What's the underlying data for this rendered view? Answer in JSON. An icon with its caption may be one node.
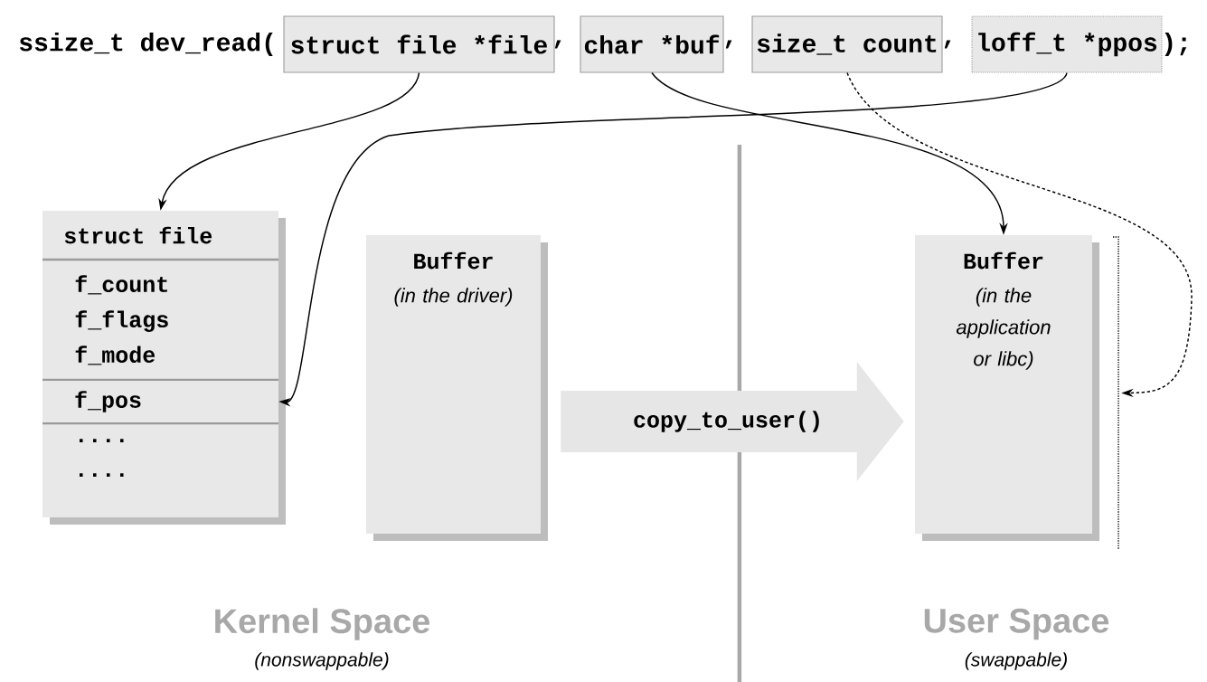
{
  "diagram": {
    "nodes": [
      {
        "text": [
          "struct file *file"
        ]
      },
      {
        "text": [
          "char *buf"
        ]
      },
      {
        "text": [
          "size_t count"
        ]
      },
      {
        "text": [
          "loff_t *ppos"
        ]
      },
      {
        "text": [
          "struct file",
          "f_count f_flags f_mode",
          ".... ...."
        ]
      },
      {
        "text": [
          "f_pos"
        ],
        "in": 4
      },
      {
        "text": [
          "Buffer",
          "(in the driver)"
        ]
      },
      {
        "text": [
          "Buffer",
          "(in the application or libc)"
        ]
      },
      {
        "text": [],
        "shape": "bar"
      }
    ],
    "edges": [
      {
        "from": 0,
        "to": 4,
        "arrow": "to"
      },
      {
        "from": 3,
        "to": 5,
        "arrow": "to"
      },
      {
        "from": 1,
        "to": 7,
        "arrow": "to"
      },
      {
        "from": 2,
        "to": 8,
        "arrow": "to",
        "style": "dashed"
      },
      {
        "from": 6,
        "to": 7,
        "arrow": "to",
        "style": "thick",
        "label": "copy_to_user()"
      }
    ],
    "labels": [
      "ssize_t dev_read(",
      ",",
      ",",
      ",",
      ");",
      "Kernel Space",
      "(nonswappable)",
      "User Space",
      "(swappable)"
    ]
  }
}
